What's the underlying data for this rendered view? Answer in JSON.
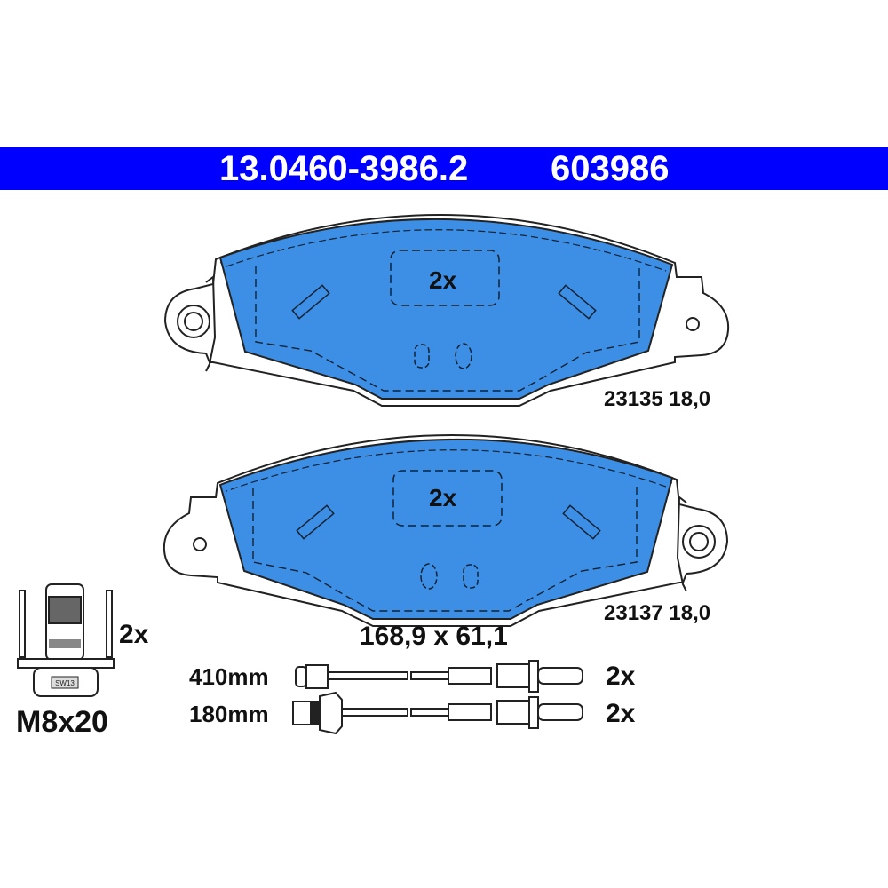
{
  "header": {
    "part_number": "13.0460-3986.2",
    "ref_number": "603986"
  },
  "pads": [
    {
      "label": "2x",
      "code": "23135 18,0"
    },
    {
      "label": "2x",
      "code": "23137 18,0"
    }
  ],
  "dimensions": "168,9 x 61,1",
  "bolt": {
    "quantity": "2x",
    "size": "M8x20",
    "wrench": "SW13"
  },
  "sensors": [
    {
      "length": "410mm",
      "quantity": "2x"
    },
    {
      "length": "180mm",
      "quantity": "2x"
    }
  ],
  "colors": {
    "banner": "#0000ff",
    "pad": "#3d8fe6"
  }
}
